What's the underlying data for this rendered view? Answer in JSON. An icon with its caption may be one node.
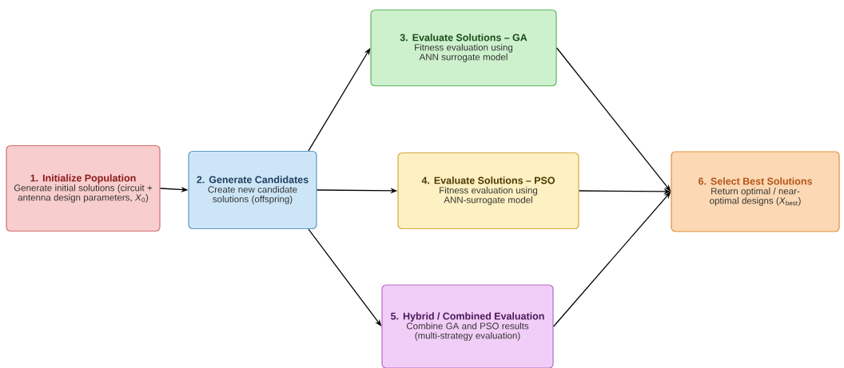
{
  "diagram": {
    "nodes": [
      {
        "text": [
          "1. Initialize Population",
          "Generate initial solutions (circuit + antenna design parameters, *X*$_{0}$)"
        ]
      },
      {
        "text": [
          "2. Generate Candidates",
          "Create new candidate solutions (offspring)"
        ]
      },
      {
        "text": [
          "3. Evaluate Solutions – GA",
          "Fitness evaluation using ANN surrogate model"
        ]
      },
      {
        "text": [
          "4. Evaluate Solutions – PSO",
          "Fitness evaluation using ANN-surrogate model"
        ]
      },
      {
        "text": [
          "5. Hybrid / Combined Evaluation",
          "Combine GA and PSO results (multi-strategy evaluation)"
        ]
      },
      {
        "text": [
          "6. Select Best Solutions",
          "Return optimal / near-optimal designs (*X*$_{best}$)"
        ]
      }
    ],
    "edges": [
      {
        "from": 0,
        "to": 1,
        "arrow": "to"
      },
      {
        "from": 1,
        "to": 2,
        "arrow": "to"
      },
      {
        "from": 1,
        "to": 3,
        "arrow": "to"
      },
      {
        "from": 1,
        "to": 4,
        "arrow": "to"
      },
      {
        "from": 2,
        "to": 5,
        "arrow": "to"
      },
      {
        "from": 3,
        "to": 5,
        "arrow": "to"
      },
      {
        "from": 4,
        "to": 5,
        "arrow": "to"
      }
    ]
  }
}
